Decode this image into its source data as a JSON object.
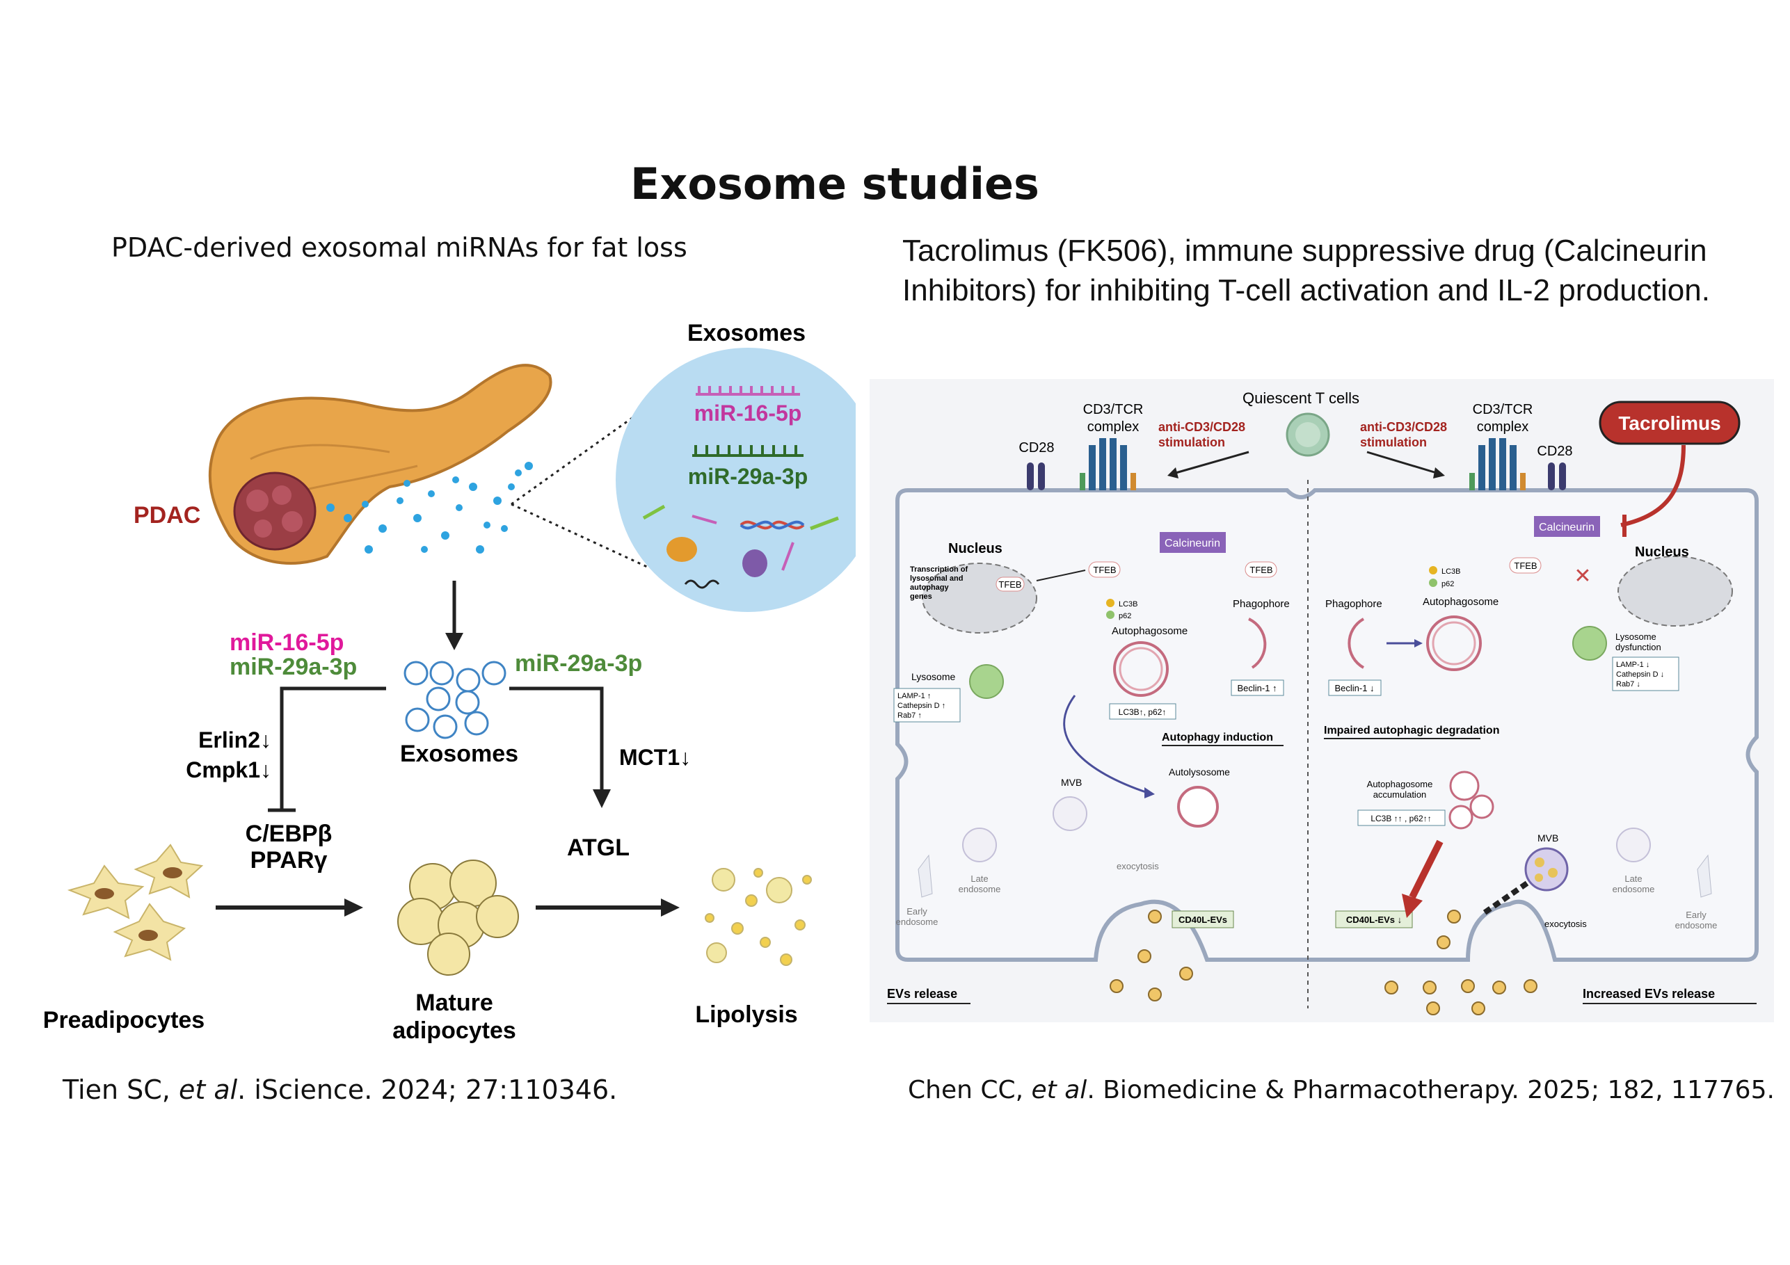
{
  "title": "Exosome studies",
  "left_panel": {
    "subtitle": "PDAC-derived exosomal miRNAs for fat loss",
    "exosomes_header": "Exosomes",
    "mir16_label": "miR-16-5p",
    "mir29_label": "miR-29a-3p",
    "pdac_label": "PDAC",
    "left_mir16": "miR-16-5p",
    "left_mir29": "miR-29a-3p",
    "right_mir29": "miR-29a-3p",
    "exosomes_label": "Exosomes",
    "erlin2": "Erlin2↓",
    "cmpk1": "Cmpk1↓",
    "mct1": "MCT1↓",
    "cebpb": "C/EBPβ",
    "pparg": "PPARγ",
    "atgl": "ATGL",
    "preadipocytes": "Preadipocytes",
    "mature_line1": "Mature",
    "mature_line2": "adipocytes",
    "lipolysis": "Lipolysis",
    "colors": {
      "mir16": "#e0199b",
      "mir29": "#4e8b3a",
      "pdac": "#a3231f",
      "exo_circle": "#b9dcf2"
    }
  },
  "left_citation": {
    "prefix": "Tien SC, ",
    "etal": "et al",
    "suffix": ".  iScience. 2024; 27:110346."
  },
  "right_panel": {
    "subtitle": "Tacrolimus (FK506), immune suppressive drug (Calcineurin Inhibitors) for inhibiting T-cell activation and IL-2 production.",
    "quiescent": "Quiescent T cells",
    "cd3tcr": "CD3/TCR",
    "complex": "complex",
    "cd28": "CD28",
    "anti_stim_1": "anti-CD3/CD28",
    "anti_stim_2": "stimulation",
    "tacrolimus": "Tacrolimus",
    "calcineurin": "Calcineurin",
    "nucleus": "Nucleus",
    "transcription": [
      "Transcription of",
      "lysosomal  and",
      "autophagy",
      "genes"
    ],
    "tfeb": "TFEB",
    "lc3b": "LC3B",
    "p62": "p62",
    "autophagosome": "Autophagosome",
    "phagophore": "Phagophore",
    "lysosome": "Lysosome",
    "lysosome_markers_up": [
      "LAMP-1 ↑",
      "Cathepsin D ↑",
      "Rab7 ↑"
    ],
    "lysosome_markers_down": [
      "LAMP-1 ↓",
      "Cathepsin D ↓",
      "Rab7 ↓"
    ],
    "lysosome_dysfunction": [
      "Lysosome",
      "dysfunction"
    ],
    "lc3b_p62_up": "LC3B↑, p62↑",
    "beclin_up": "Beclin-1 ↑",
    "beclin_down": "Beclin-1 ↓",
    "autophagy_induction": "Autophagy  induction",
    "impaired": "Impaired autophagic degradation",
    "autolysosome": "Autolysosome",
    "mvb": "MVB",
    "late_endosome": [
      "Late",
      "endosome"
    ],
    "early_endosome": [
      "Early",
      "endosome"
    ],
    "exocytosis": "exocytosis",
    "cd40l_left": "CD40L-EVs",
    "cd40l_right": "CD40L-EVs ↓",
    "autophagosome_accum": [
      "Autophagosome",
      "accumulation"
    ],
    "lc3b_p62_upup": "LC3B ↑↑ , p62↑↑",
    "evs_release": "EVs  release",
    "increased_evs": "Increased EVs  release",
    "colors": {
      "stim": "#a3231f",
      "calcineurin": "#8a63b8",
      "tacrolimus": "#b8322c",
      "membrane": "#9aa7bd"
    }
  },
  "right_citation": {
    "prefix": "Chen CC, ",
    "etal": "et al",
    "suffix": ". Biomedicine & Pharmacotherapy. 2025; 182, 117765."
  }
}
